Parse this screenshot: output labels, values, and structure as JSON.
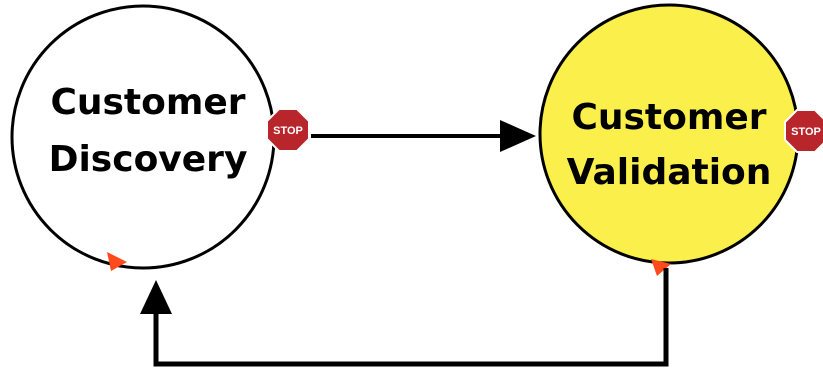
{
  "nodes": {
    "discovery": {
      "line1": "Customer",
      "line2": "Discovery",
      "fill": "#ffffff",
      "stroke": "#000000"
    },
    "validation": {
      "line1": "Customer",
      "line2": "Validation",
      "fill": "#fbf04b",
      "stroke": "#000000"
    }
  },
  "stop_signs": {
    "label": "STOP",
    "color": "#b8252a"
  },
  "loop_marker_color": "#ff4a1c",
  "arrow_color": "#000000"
}
